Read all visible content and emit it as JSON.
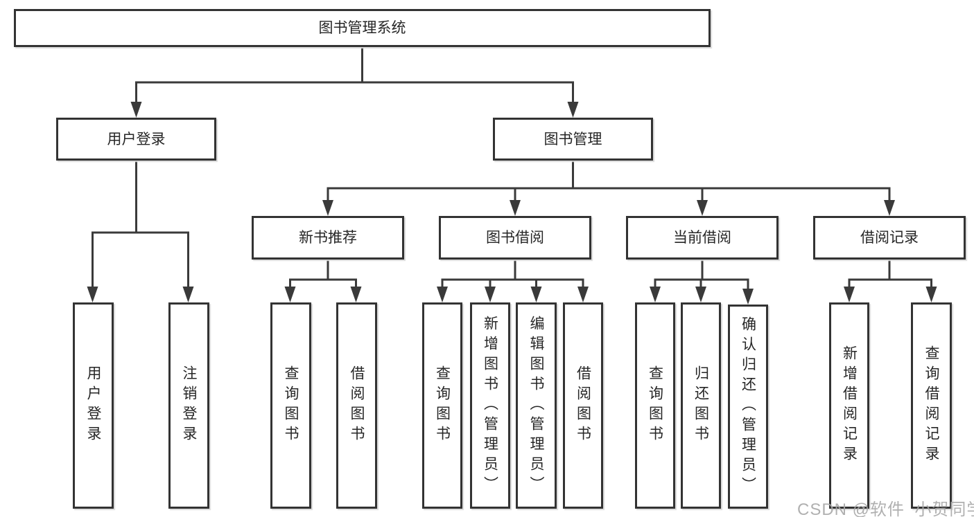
{
  "tree": {
    "root": {
      "label": "图书管理系统",
      "children": [
        {
          "label": "用户登录",
          "children": [
            {
              "label": "用户登录"
            },
            {
              "label": "注销登录"
            }
          ]
        },
        {
          "label": "图书管理",
          "children": [
            {
              "label": "新书推荐",
              "children": [
                {
                  "label": "查询图书"
                },
                {
                  "label": "借阅图书"
                }
              ]
            },
            {
              "label": "图书借阅",
              "children": [
                {
                  "label": "查询图书"
                },
                {
                  "label": "新增图书（管理员）"
                },
                {
                  "label": "编辑图书（管理员）"
                },
                {
                  "label": "借阅图书"
                }
              ]
            },
            {
              "label": "当前借阅",
              "children": [
                {
                  "label": "查询图书"
                },
                {
                  "label": "归还图书"
                },
                {
                  "label": "确认归还（管理员）"
                }
              ]
            },
            {
              "label": "借阅记录",
              "children": [
                {
                  "label": "新增借阅记录"
                },
                {
                  "label": "查询借阅记录"
                }
              ]
            }
          ]
        }
      ]
    }
  },
  "watermark": {
    "text": "CSDN @软件_小贺同学"
  },
  "colors": {
    "line": "#3a3a3a",
    "border": "#333333",
    "text": "#262626",
    "watermark": "#a8a8a8",
    "background": "#ffffff"
  }
}
